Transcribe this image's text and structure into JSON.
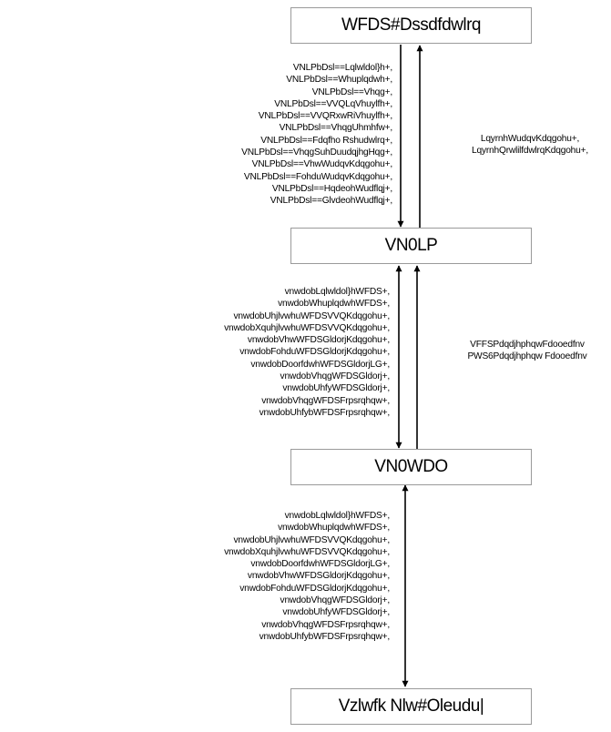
{
  "nodes": {
    "top": "WFDS#Dssdfdwlrq",
    "skim": "VN0LP",
    "sktal": "VN0WDO",
    "bottom": "Vzlwfk Nlw#Oleudu|"
  },
  "edges": {
    "top_to_skim_labels": [
      "VNLPbDsl==Lqlwldol}h+,",
      "VNLPbDsl==Whuplqdwh+,",
      "VNLPbDsl==Vhqg+,",
      "VNLPbDsl==VVQLqVhuylfh+,",
      "VNLPbDsl==VVQRxwRiVhuylfh+,",
      "VNLPbDsl==VhqgUhmhfw+,",
      "VNLPbDsl==Fdqfho Rshudwlrq+,",
      "VNLPbDsl==VhqgSuhDuudqjhgHqg+,",
      "VNLPbDsl==VhwWudqvKdqgohu+,",
      "VNLPbDsl==FohduWudqvKdqgohu+,",
      "VNLPbDsl==HqdeohWudflqj+,",
      "VNLPbDsl==GlvdeohWudflqj+,"
    ],
    "skim_to_top_labels": [
      "LqyrnhWudqvKdqgohu+,",
      "LqyrnhQrwlilfdwlrqKdqgohu+,"
    ],
    "skim_sktal_labels": [
      "vnwdobLqlwldol}hWFDS+,",
      "vnwdobWhuplqdwhWFDS+,",
      "vnwdobUhjlvwhuWFDSVVQKdqgohu+,",
      "vnwdobXquhjlvwhuWFDSVVQKdqgohu+,",
      "vnwdobVhwWFDSGldorjKdqgohu+,",
      "vnwdobFohduWFDSGldorjKdqgohu+,",
      "vnwdobDoorfdwhWFDSGldorjLG+,",
      "vnwdobVhqgWFDSGldorj+,",
      "vnwdobUhfyWFDSGldorj+,",
      "vnwdobVhqgWFDSFrpsrqhqw+,",
      "vnwdobUhfybWFDSFrpsrqhqw+,"
    ],
    "sktal_to_skim_labels": [
      "VFFSPdqdjhphqwFdooedfnv",
      "PWS6Pdqdjhphqw Fdooedfnv"
    ],
    "sktal_bottom_labels": [
      "vnwdobLqlwldol}hWFDS+,",
      "vnwdobWhuplqdwhWFDS+,",
      "vnwdobUhjlvwhuWFDSVVQKdqgohu+,",
      "vnwdobXquhjlvwhuWFDSVVQKdqgohu+,",
      "vnwdobDoorfdwhWFDSGldorjLG+,",
      "vnwdobVhwWFDSGldorjKdqgohu+,",
      "vnwdobFohduWFDSGldorjKdqgohu+,",
      "vnwdobVhqgWFDSGldorj+,",
      "vnwdobUhfyWFDSGldorj+,",
      "vnwdobVhqgWFDSFrpsrqhqw+,",
      "vnwdobUhfybWFDSFrpsrqhqw+,"
    ]
  }
}
